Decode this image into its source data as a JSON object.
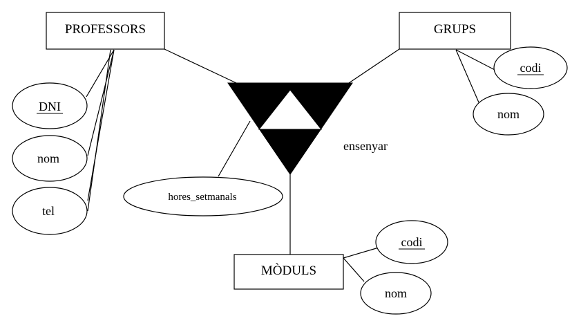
{
  "entities": {
    "professors": "PROFESSORS",
    "grups": "GRUPS",
    "moduls": "MÒDULS"
  },
  "relationship": {
    "name": "ensenyar",
    "attribute": "hores_setmanals"
  },
  "attributes": {
    "professors": {
      "key": "DNI",
      "nom": "nom",
      "tel": "tel"
    },
    "grups": {
      "key": "codi",
      "nom": "nom"
    },
    "moduls": {
      "key": "codi",
      "nom": "nom"
    }
  },
  "colors": {
    "stroke": "#000000",
    "fill": "#ffffff"
  }
}
